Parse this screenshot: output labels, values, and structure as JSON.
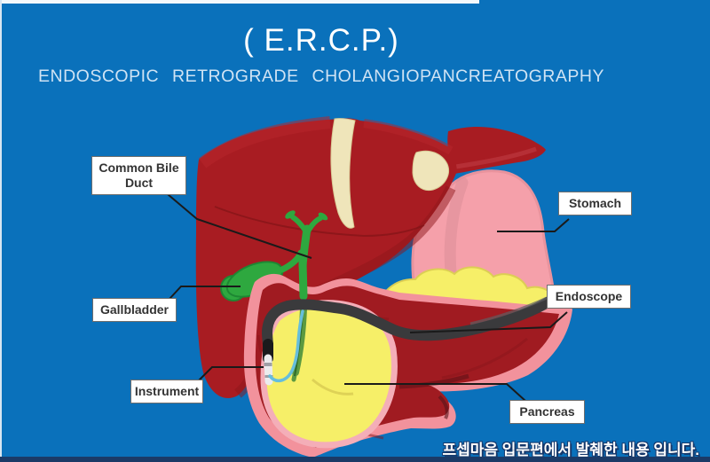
{
  "title": "( E.R.C.P.)",
  "subtitle": "ENDOSCOPIC RETROGRADE CHOLANGIOPANCREATOGRAPHY",
  "annotations": {
    "common_bile_duct": "Common Bile Duct",
    "gallbladder": "Gallbladder",
    "instrument": "Instrument",
    "stomach": "Stomach",
    "endoscope": "Endoscope",
    "pancreas": "Pancreas"
  },
  "footer_note": "프셉마음 입문편에서 발췌한 내용 입니다.",
  "colors": {
    "background": "#0A71BB",
    "bottom_bar": "#1B3A67",
    "liver": "#A81C22",
    "liver_highlight": "#B7262C",
    "liver_shadow": "#8E151A",
    "ligament": "#EFE5BA",
    "gallbladder": "#2EA83F",
    "bile_duct_lower": "#5C9A40",
    "stomach": "#F5A0AA",
    "duodenum_wall": "#F2929C",
    "duodenum_lumen": "#A01B21",
    "pancreas": "#F6EF68",
    "endoscope": "#3A3A3C",
    "instrument_catheter": "#ECECEE",
    "instrument_wire": "#66BEDC",
    "leader_line": "#1A1A1A",
    "label_background": "#FFFFFF",
    "label_text": "#333333",
    "title_text": "#FFFFFF",
    "subtitle_text": "#CFE3F4"
  }
}
